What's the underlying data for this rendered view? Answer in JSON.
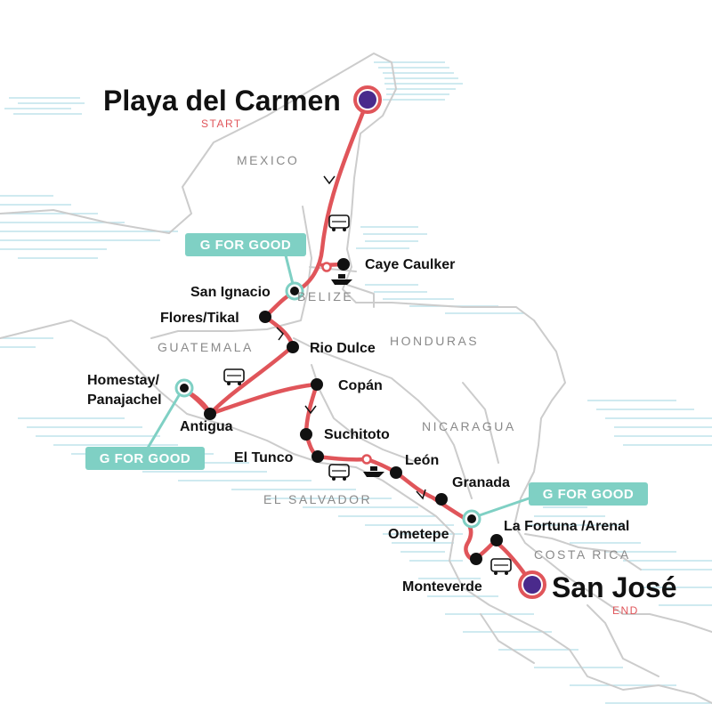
{
  "start": {
    "name": "Playa del Carmen",
    "tag": "START"
  },
  "end": {
    "name": "San José",
    "tag": "END"
  },
  "countries": {
    "mexico": "MEXICO",
    "belize": "BELIZE",
    "guatemala": "GUATEMALA",
    "honduras": "HONDURAS",
    "nicaragua": "NICARAGUA",
    "el_salvador": "EL SALVADOR",
    "costa_rica": "COSTA RICA"
  },
  "stops": {
    "caye_caulker": "Caye Caulker",
    "san_ignacio": "San Ignacio",
    "flores_tikal": "Flores/Tikal",
    "rio_dulce": "Rio Dulce",
    "homestay": "Homestay/",
    "panajachel": "Panajachel",
    "antigua": "Antigua",
    "copan": "Copán",
    "suchitoto": "Suchitoto",
    "el_tunco": "El Tunco",
    "leon": "León",
    "granada": "Granada",
    "ometepe": "Ometepe",
    "la_fortuna": "La Fortuna /Arenal",
    "monteverde": "Monteverde"
  },
  "badges": {
    "belize": "G FOR GOOD",
    "guatemala": "G FOR GOOD",
    "nicaragua": "G FOR GOOD"
  },
  "colors": {
    "route": "#e0555a",
    "endpoint_fill": "#4a2a8c",
    "badge": "#7fd0c4",
    "land_line": "#cccccc",
    "water": "#bfe3ec"
  }
}
